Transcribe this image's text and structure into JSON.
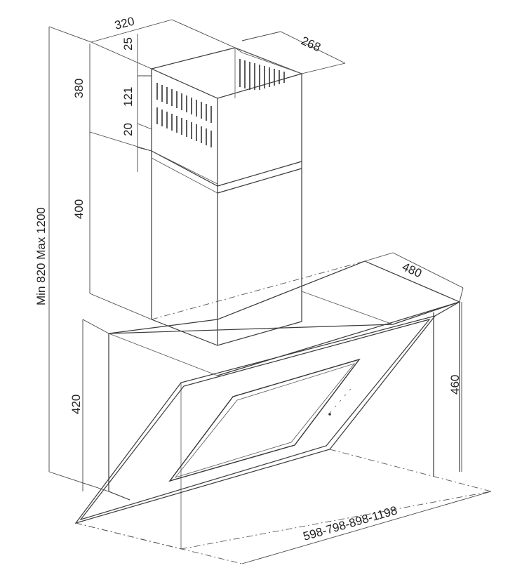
{
  "diagram": {
    "dimensions": {
      "chimney_width": "320",
      "chimney_depth": "268",
      "upper_chimney_height": "380",
      "top_offset": "25",
      "vent_height": "121",
      "vent_gap": "20",
      "lower_chimney_height": "400",
      "total_height": "Min 820 Max 1200",
      "hood_depth": "480",
      "hood_front_height": "460",
      "hood_back_height": "420",
      "hood_width": "598-798-898-1198"
    },
    "colors": {
      "line": "#3a3a3a",
      "text": "#222222",
      "background": "#ffffff"
    }
  }
}
